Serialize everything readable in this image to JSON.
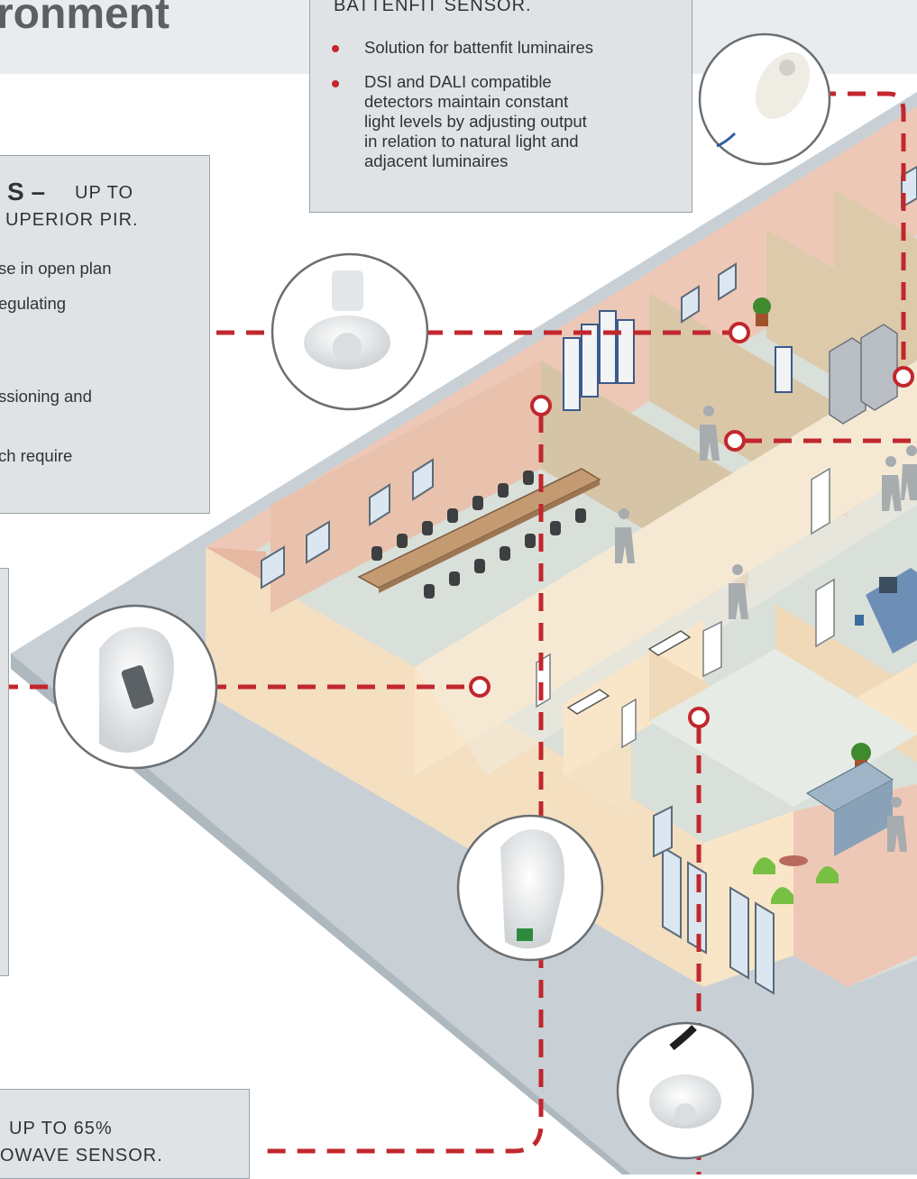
{
  "header": {
    "title_fragment": "ronment"
  },
  "battenfit_panel": {
    "heading": "BATTENFIT SENSOR.",
    "bullets": [
      "Solution for battenfit luminaires",
      "DSI and DALI compatible detectors maintain constant light levels by adjusting output in relation to natural light and adjacent luminaires"
    ],
    "bullet2_lines": [
      "DSI and DALI compatible",
      "detectors maintain constant",
      "light levels by adjusting output",
      "in relation to natural light and",
      "adjacent luminaires"
    ]
  },
  "pir_panel": {
    "heading_bold": "S –",
    "heading_rest": "UP TO",
    "heading_line2": "UPERIOR PIR.",
    "lines": [
      "se in open plan",
      "egulating",
      "ssioning and",
      "ch require"
    ]
  },
  "microwave_panel": {
    "line1": "UP TO 65%",
    "line2": "OWAVE SENSOR."
  },
  "colors": {
    "accent": "#c1272d",
    "panel": "#dfe3e6",
    "floor": "#c8d0d6",
    "wall_salmon": "#eec8b6",
    "wall_cream": "#f9e6c8",
    "floor_inner": "#d9dfd9"
  }
}
